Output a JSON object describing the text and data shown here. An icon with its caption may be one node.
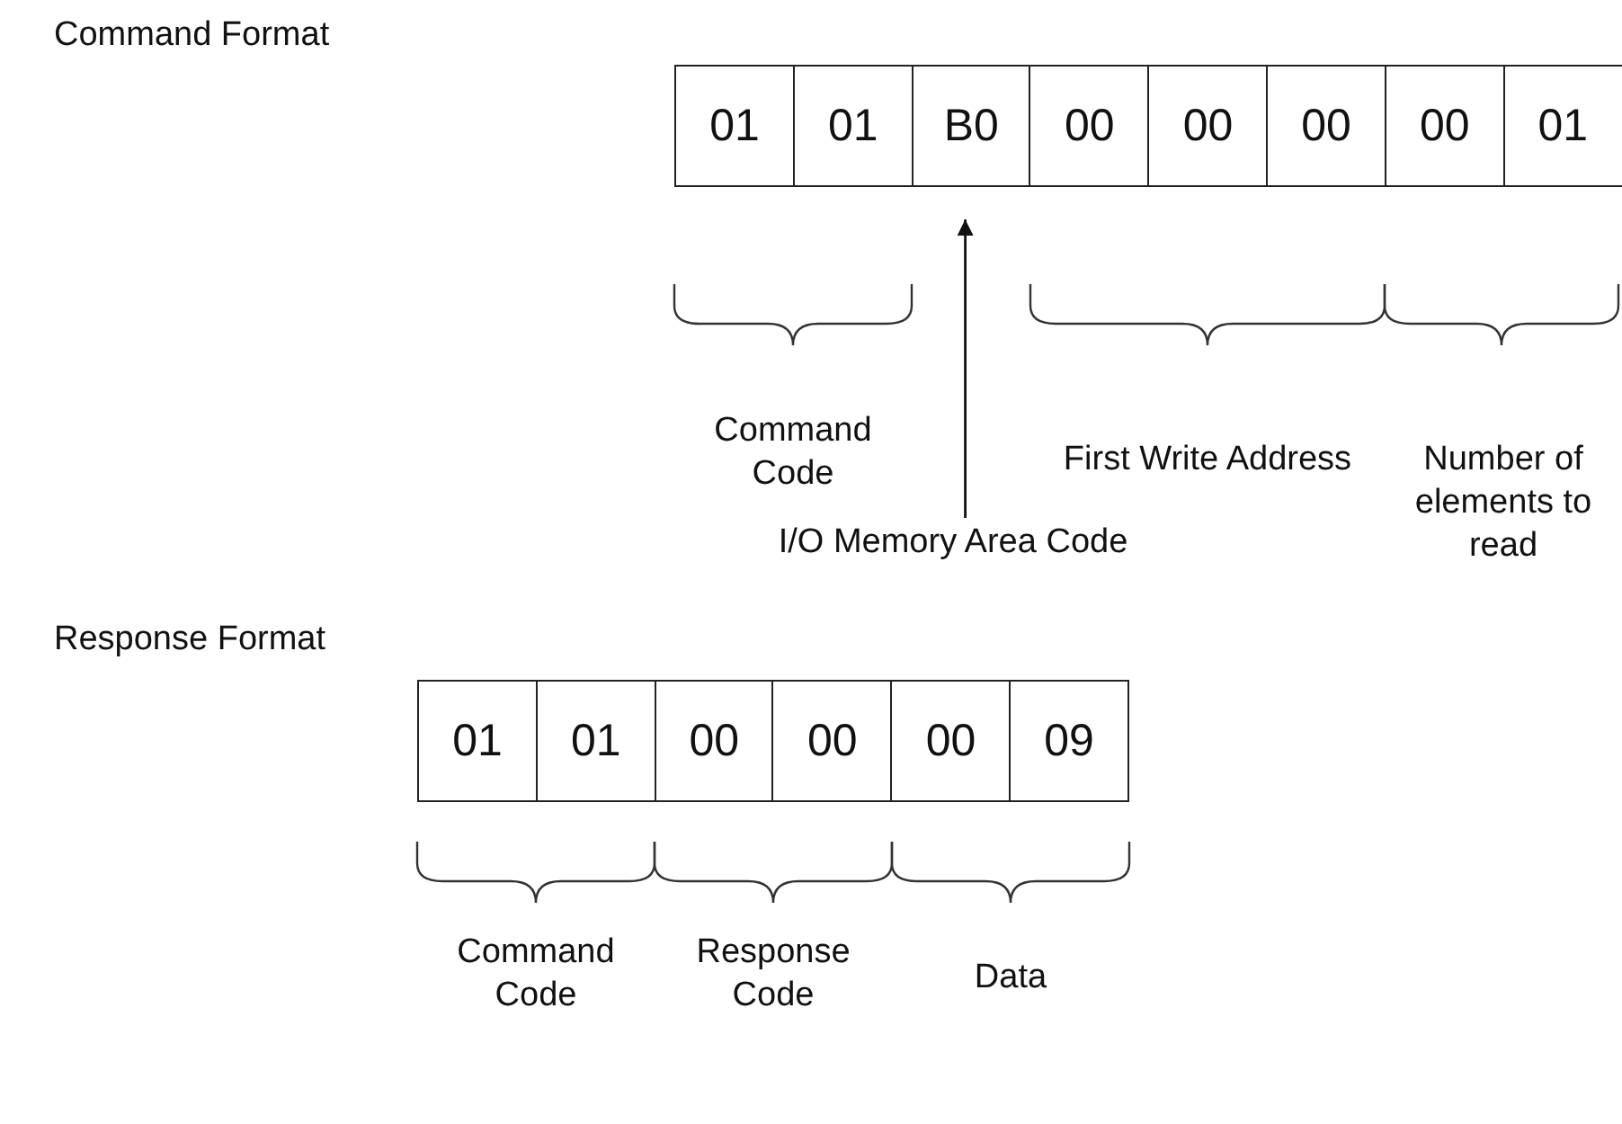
{
  "diagram": {
    "nodes": [
      {
        "text": [
          "01"
        ]
      },
      {
        "text": [
          "01"
        ]
      },
      {
        "text": [
          "B0"
        ]
      },
      {
        "text": [
          "00"
        ]
      },
      {
        "text": [
          "00"
        ]
      },
      {
        "text": [
          "00"
        ]
      },
      {
        "text": [
          "00"
        ]
      },
      {
        "text": [
          "01"
        ]
      },
      {
        "text": [
          "I/O Memory Area Code"
        ]
      },
      {
        "text": [
          "01"
        ]
      },
      {
        "text": [
          "01"
        ]
      },
      {
        "text": [
          "00"
        ]
      },
      {
        "text": [
          "00"
        ]
      },
      {
        "text": [
          "00"
        ]
      },
      {
        "text": [
          "09"
        ]
      }
    ],
    "edges": [
      {
        "from": 8,
        "to": 2,
        "arrow": "to"
      }
    ],
    "labels": [
      "Command Format",
      "Command Code",
      "First Write Address",
      "Number of elements to read",
      "Response Format",
      "Command Code",
      "Response Code",
      "Data"
    ]
  }
}
